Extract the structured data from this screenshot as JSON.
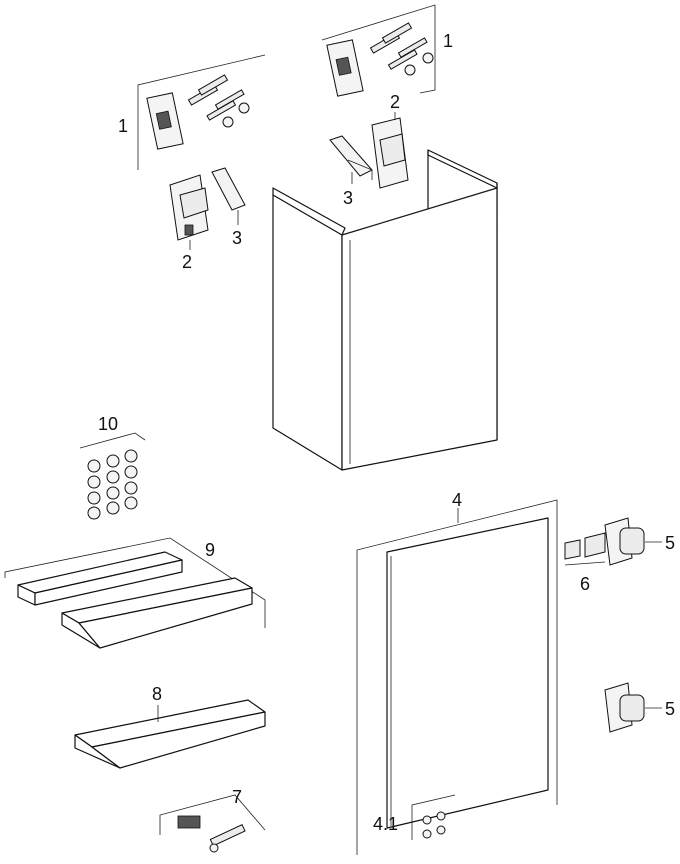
{
  "title": "Exploded view - wall-hung cabinet with door",
  "labels": {
    "fixing_set_left": "1",
    "fixing_set_right": "1",
    "hinge_bracket_left": "2",
    "hinge_bracket_right": "2",
    "wall_bracket_left": "3",
    "wall_bracket_right": "3",
    "door": "4",
    "door_bumpers": "4.1",
    "hinge_top": "5",
    "hinge_bottom": "5",
    "cover_plates": "6",
    "push_latch_set": "7",
    "shelf": "8",
    "shelf_set": "9",
    "shelf_supports": "10"
  }
}
